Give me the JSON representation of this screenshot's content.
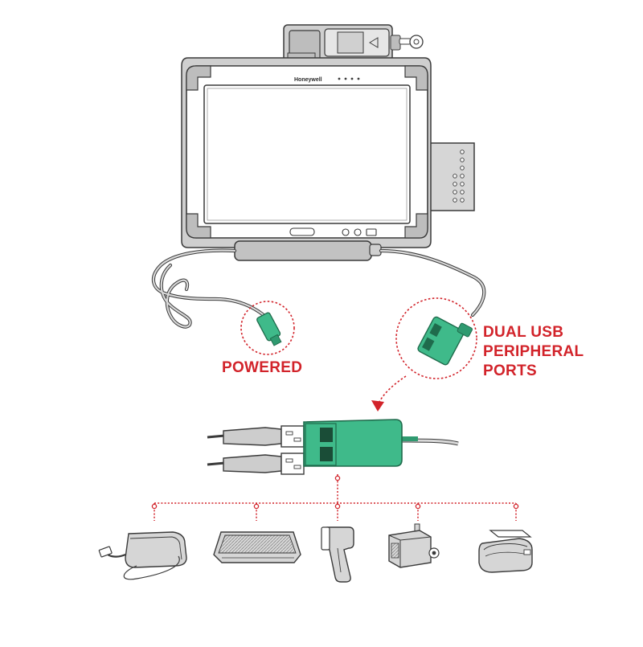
{
  "device": {
    "brand": "Honeywell"
  },
  "callouts": {
    "powered": "POWERED",
    "ports": [
      "DUAL USB",
      "PERIPHERAL",
      "PORTS"
    ]
  },
  "colors": {
    "accent_red": "#d2232a",
    "connector_green": "#3fba8a",
    "outline_gray": "#3a3a3a",
    "body_gray": "#c9c9c9"
  },
  "peripherals": [
    {
      "name": "external-drive",
      "icon": "hard-drive-icon"
    },
    {
      "name": "keyboard",
      "icon": "keyboard-icon"
    },
    {
      "name": "barcode-scanner",
      "icon": "barcode-scanner-icon"
    },
    {
      "name": "rfid-reader",
      "icon": "reader-icon"
    },
    {
      "name": "printer",
      "icon": "printer-icon"
    }
  ]
}
